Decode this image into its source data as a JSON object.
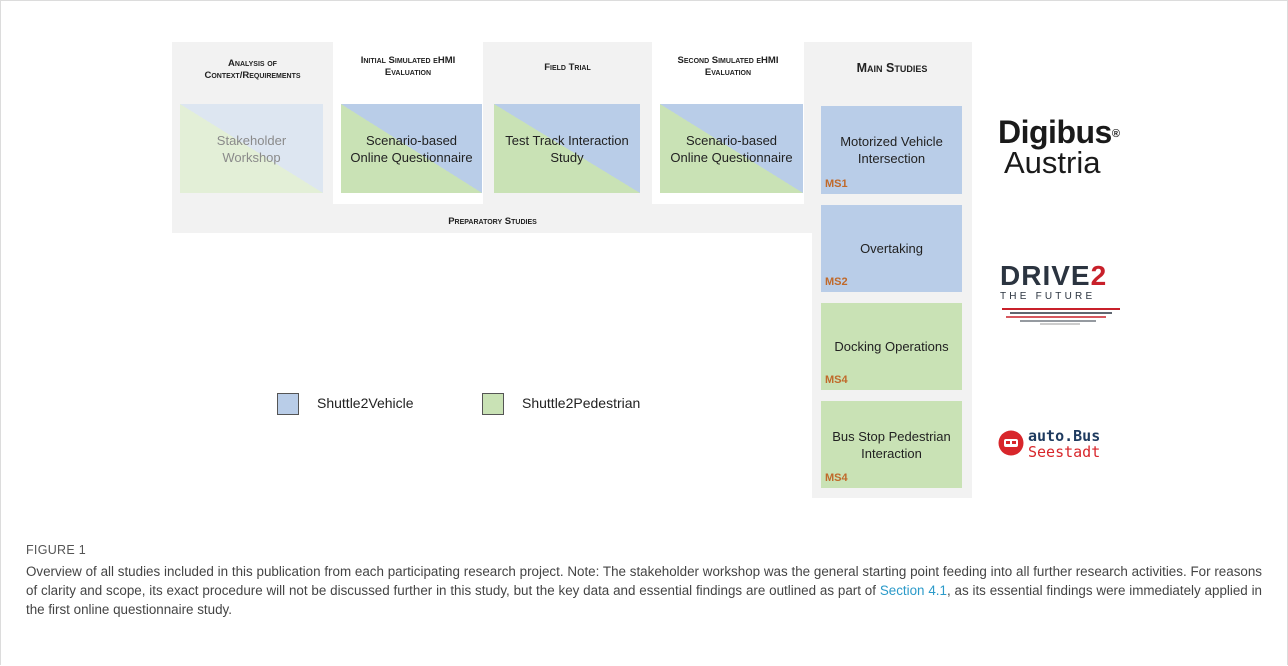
{
  "figure": {
    "columns": [
      {
        "header_line1": "Analysis of",
        "header_line2": "Context/Requirements",
        "box": "Stakeholder Workshop"
      },
      {
        "header_line1": "Initial Simulated eHMI",
        "header_line2": "Evaluation",
        "box": "Scenario-based Online Questionnaire"
      },
      {
        "header_line1": "Field Trial",
        "header_line2": "",
        "box": "Test Track Interaction Study"
      },
      {
        "header_line1": "Second Simulated eHMI",
        "header_line2": "Evaluation",
        "box": "Scenario-based Online Questionnaire"
      }
    ],
    "preparatory_label": "Preparatory Studies",
    "main_studies_header": "Main Studies",
    "main_studies": [
      {
        "label": "Motorized Vehicle Intersection",
        "tag": "MS1",
        "type": "Shuttle2Vehicle"
      },
      {
        "label": "Overtaking",
        "tag": "MS2",
        "type": "Shuttle2Vehicle"
      },
      {
        "label": "Docking Operations",
        "tag": "MS4",
        "type": "Shuttle2Pedestrian"
      },
      {
        "label": "Bus Stop Pedestrian Interaction",
        "tag": "MS4",
        "type": "Shuttle2Pedestrian"
      }
    ],
    "legend": [
      {
        "label": "Shuttle2Vehicle",
        "color": "#b9cde8"
      },
      {
        "label": "Shuttle2Pedestrian",
        "color": "#c9e2b5"
      }
    ],
    "logos": {
      "digibus_line1": "Digibus",
      "digibus_reg": "®",
      "digibus_line2": "Austria",
      "drive2_main": "DRIVE",
      "drive2_num": "2",
      "drive2_sub": "THE FUTURE",
      "autobus_line1": "auto.Bus",
      "autobus_line2": "Seestadt"
    }
  },
  "caption": {
    "title": "FIGURE 1",
    "text_before_link": "Overview of all studies included in this publication from each participating research project. Note: The stakeholder workshop was the general starting point feeding into all further research activities. For reasons of clarity and scope, its exact procedure will not be discussed further in this study, but the key data and essential findings are outlined as part of ",
    "link": "Section 4.1",
    "text_after_link": ", as its essential findings were immediately applied in the first online questionnaire study."
  }
}
